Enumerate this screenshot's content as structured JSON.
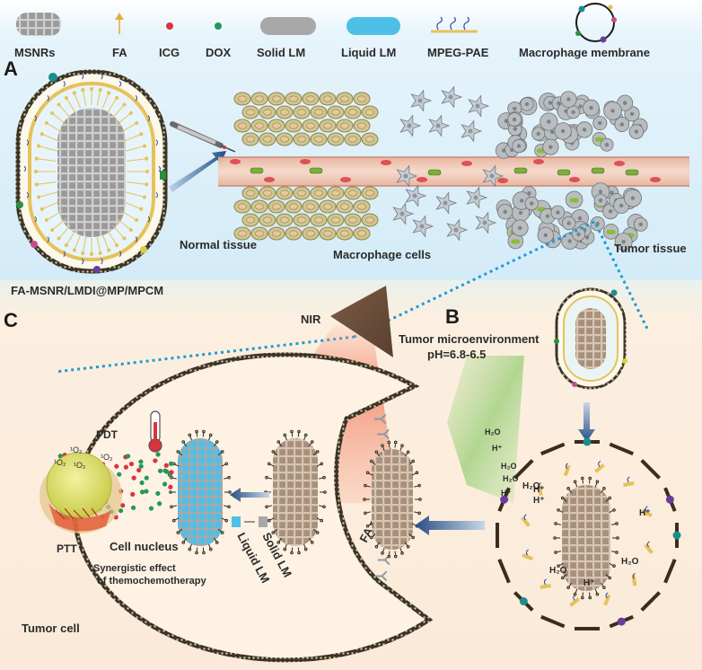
{
  "legend": [
    {
      "id": "msnrs",
      "label": "MSNRs",
      "icon": "msnr-icon"
    },
    {
      "id": "fa",
      "label": "FA",
      "icon": "fa-icon"
    },
    {
      "id": "icg",
      "label": "ICG",
      "icon": "icg-dot-icon"
    },
    {
      "id": "dox",
      "label": "DOX",
      "icon": "dox-dot-icon"
    },
    {
      "id": "solid_lm",
      "label": "Solid LM",
      "icon": "solid-lm-icon"
    },
    {
      "id": "liquid_lm",
      "label": "Liquid LM",
      "icon": "liquid-lm-icon"
    },
    {
      "id": "mpeg_pae",
      "label": "MPEG-PAE",
      "icon": "mpeg-pae-icon"
    },
    {
      "id": "macrophage_membrane",
      "label": "Macrophage membrane",
      "icon": "membrane-ring-icon"
    }
  ],
  "panels": {
    "a": "A",
    "b": "B",
    "c": "C"
  },
  "panel_a": {
    "nanoparticle": "FA-MSNR/LMDI@MP/MPCM",
    "normal_tissue": "Normal tissue",
    "macrophage_cells": "Macrophage cells",
    "tumor_tissue": "Tumor tissue"
  },
  "panel_b": {
    "title": "Tumor microenvironment",
    "ph": "pH=6.8-6.5",
    "species": {
      "h2o": "H₂O",
      "hplus": "H⁺"
    }
  },
  "panel_c": {
    "nir": "NIR",
    "pdt": "PDT",
    "ptt": "PTT",
    "singlet_oxygen": "¹O₂",
    "cell_nucleus": "Cell nucleus",
    "synergy_line1": "Synergistic effect",
    "synergy_line2": "of themochemotherapy",
    "liquid_lm": "Liquid LM",
    "solid_lm": "Solid LM",
    "fa_receptor": "FA receptor",
    "tumor_cell": "Tumor cell"
  },
  "colors": {
    "top_bg": "#d9eef8",
    "bottom_bg": "#fbeedd",
    "membrane": "#3a3328",
    "fa_yellow": "#e5c25a",
    "icg_red": "#d8343c",
    "dox_green": "#1f9a55",
    "solid_lm_grey": "#a8a8a8",
    "liquid_lm_blue": "#4ec0e8",
    "nir_beam": "#f08870",
    "msnr_brown": "#a88f78",
    "msnr_grey": "#8f8f8f",
    "arrow_blue": "#1f5f9a",
    "dotted_line": "#1d9ad6",
    "vessel": "#eec3b0"
  }
}
